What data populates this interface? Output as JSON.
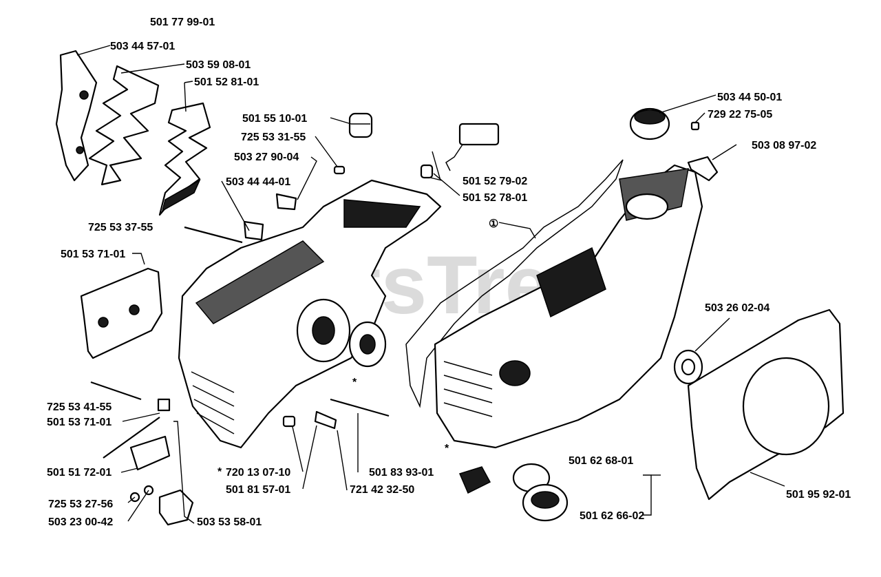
{
  "watermark": "PartsTree",
  "labels": {
    "l01": "501 77 99-01",
    "l02": "503 44 57-01",
    "l03": "503 59 08-01",
    "l04": "501 52 81-01",
    "l05": "501 55 10-01",
    "l06": "725 53 31-55",
    "l07": "503 27 90-04",
    "l08": "503 44 44-01",
    "l09": "725 53 37-55",
    "l10": "501 53 71-01",
    "l11": "501 52 79-02",
    "l12": "501 52 78-01",
    "l13": "503 44 50-01",
    "l14": "729 22 75-05",
    "l15": "503 08 97-02",
    "l16": "503 26 02-04",
    "l17": "725 53 41-55",
    "l18": "501 53 71-01",
    "l19": "501 51 72-01",
    "l20": "725 53 27-56",
    "l21": "503 23 00-42",
    "l22": "720 13 07-10",
    "l23": "501 81 57-01",
    "l24": "503 53 58-01",
    "l25": "501 83 93-01",
    "l26": "721 42 32-50",
    "l27": "501 62 68-01",
    "l28": "501 62 66-02",
    "l29": "501 95 92-01"
  },
  "markers": {
    "star1": "*",
    "star2": "*",
    "star3": "*",
    "circle": "①"
  }
}
